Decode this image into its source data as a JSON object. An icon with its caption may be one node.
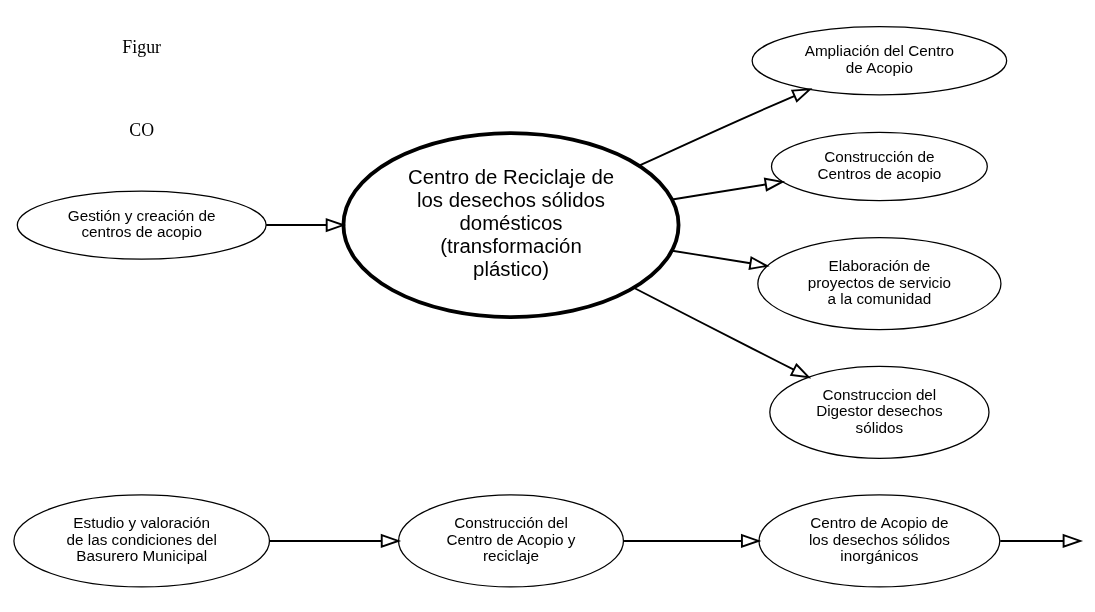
{
  "diagram": {
    "nodes": [
      {
        "text": [
          "Estudio y valoración de las condiciones del Basurero Municipal"
        ]
      },
      {
        "text": [
          "Construcción del Centro de Acopio y reciclaje"
        ]
      },
      {
        "text": [
          "Centro de Acopio de los desechos sólidos inorgánicos"
        ]
      },
      {
        "text": [
          "Gestión y creación de centros de acopio"
        ]
      },
      {
        "text": [
          "Centro de Reciclaje de los desechos sólidos domésticos (transformación plástico)"
        ]
      },
      {
        "text": [
          "Ampliación del Centro de Acopio"
        ]
      },
      {
        "text": [
          "Construcción de Centros de acopio"
        ]
      },
      {
        "text": [
          "Elaboración de proyectos de servicio a la comunidad"
        ]
      },
      {
        "text": [
          "Construccion del Digestor desechos sólidos"
        ]
      }
    ],
    "edges": [
      {
        "from": 0,
        "to": 1,
        "arrow": "to"
      },
      {
        "from": 1,
        "to": 2,
        "arrow": "to"
      },
      {
        "from": 2,
        "to": null,
        "arrow": "to"
      },
      {
        "from": 3,
        "to": 4,
        "arrow": "to"
      },
      {
        "from": 4,
        "to": 6,
        "arrow": "to"
      },
      {
        "from": 4,
        "to": 7,
        "arrow": "to"
      },
      {
        "from": 4,
        "to": 8,
        "arrow": "to"
      },
      {
        "from": 4,
        "to": 5,
        "arrow": "to"
      }
    ],
    "labels": [
      "CO",
      "Figur"
    ]
  }
}
